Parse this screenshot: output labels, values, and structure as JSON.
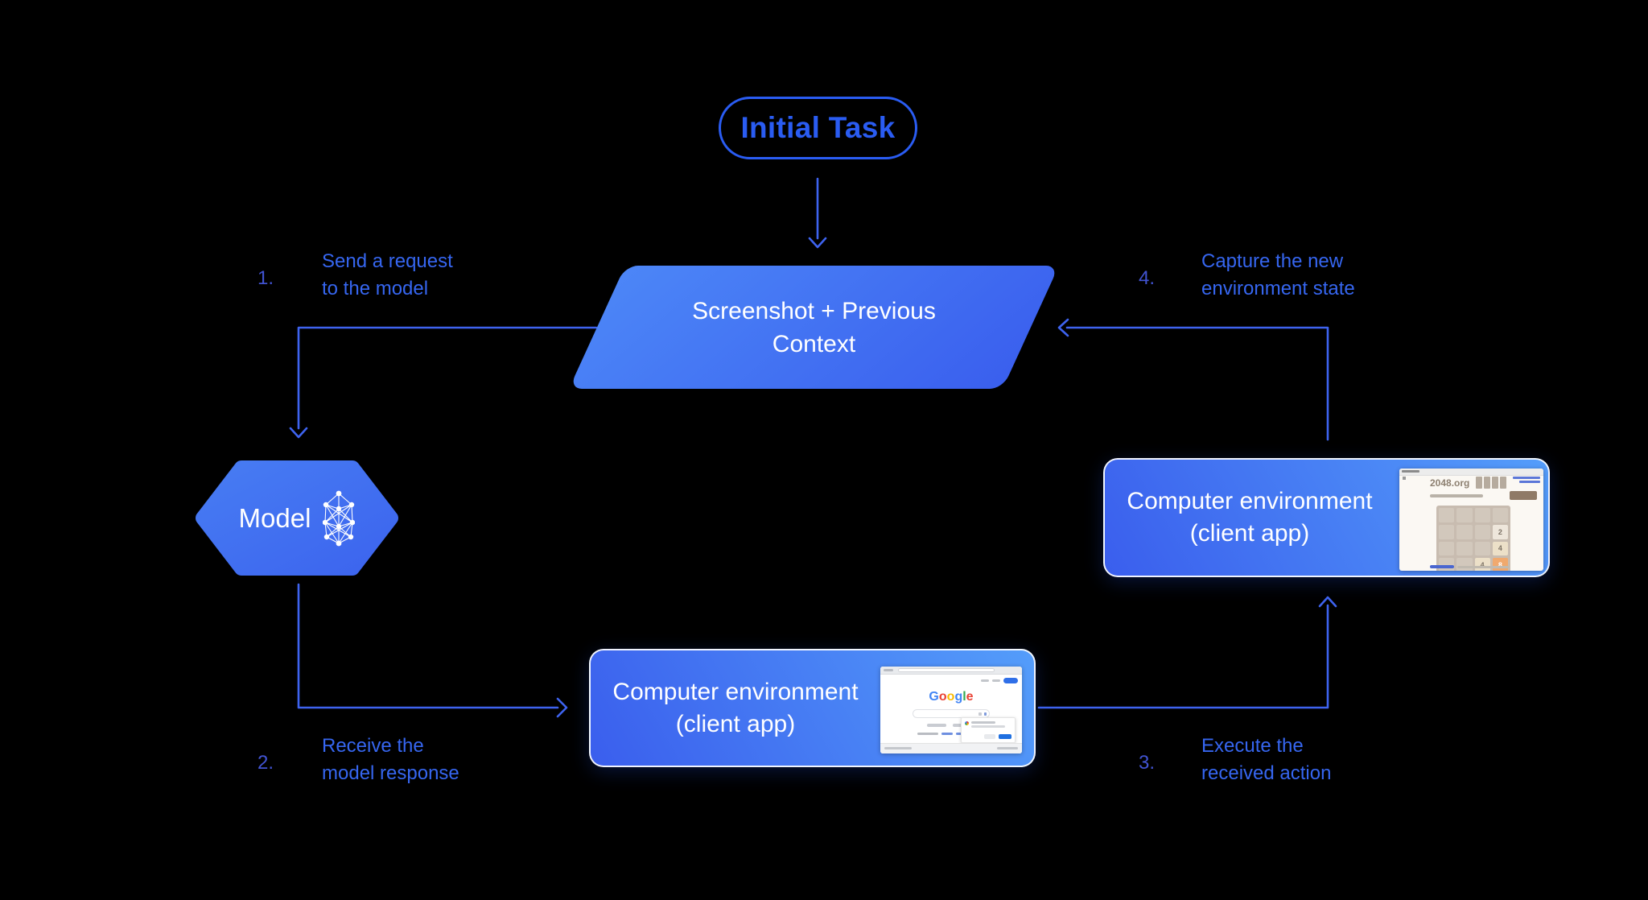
{
  "colors": {
    "background": "#000000",
    "accent_blue": "#2a5cf2",
    "wire_blue": "#3e63ef",
    "step_text_blue": "#3666f0",
    "step_number_blue": "#4153d2",
    "shape_gradient_light": "#549dfa",
    "shape_gradient_dark": "#3a5eed",
    "white": "#ffffff"
  },
  "initial_task": {
    "label": "Initial Task"
  },
  "screenshot_node": {
    "line1": "Screenshot + Previous",
    "line2": "Context"
  },
  "model_node": {
    "label": "Model"
  },
  "bottom_env_node": {
    "line1": "Computer environment",
    "line2": "(client app)"
  },
  "right_env_node": {
    "line1": "Computer environment",
    "line2": "(client app)"
  },
  "steps": {
    "s1": {
      "num": "1.",
      "line1": "Send a request",
      "line2": "to the model"
    },
    "s2": {
      "num": "2.",
      "line1": "Receive the",
      "line2": "model response"
    },
    "s3": {
      "num": "3.",
      "line1": "Execute the",
      "line2": "received action"
    },
    "s4": {
      "num": "4.",
      "line1": "Capture the new",
      "line2": "environment state"
    }
  },
  "google_thumb": {
    "logo_letters": [
      {
        "ch": "G",
        "color": "#4285F4"
      },
      {
        "ch": "o",
        "color": "#EA4335"
      },
      {
        "ch": "o",
        "color": "#FBBC05"
      },
      {
        "ch": "g",
        "color": "#4285F4"
      },
      {
        "ch": "l",
        "color": "#34A853"
      },
      {
        "ch": "e",
        "color": "#EA4335"
      }
    ]
  },
  "game_thumb": {
    "site": "2048.org",
    "board": {
      "rows": 4,
      "cols": 4,
      "tiles": [
        {
          "row": 2,
          "col": 4,
          "value": "2",
          "bg": "#eee6db",
          "fg": "#7b7164"
        },
        {
          "row": 3,
          "col": 4,
          "value": "4",
          "bg": "#ece0c8",
          "fg": "#7b7164"
        },
        {
          "row": 4,
          "col": 3,
          "value": "4",
          "bg": "#ece0c8",
          "fg": "#7b7164"
        },
        {
          "row": 4,
          "col": 4,
          "value": "8",
          "bg": "#f0a96e",
          "fg": "#ffffff"
        }
      ]
    }
  }
}
